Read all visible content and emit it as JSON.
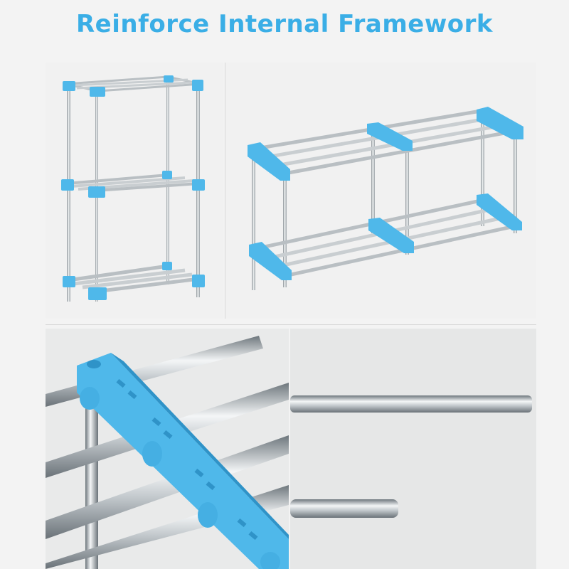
{
  "header": {
    "title": "Reinforce Internal Framework"
  },
  "colors": {
    "accent": "#3aaee6",
    "plastic": "#4fb8ea",
    "plastic_dark": "#2f93c8",
    "steel_light": "#f2f4f5",
    "steel_mid": "#b9bfc3",
    "steel_dark": "#7e868b",
    "background": "#f3f3f3"
  },
  "panels": [
    {
      "id": "tall-rack",
      "subject": "three-tier-shoe-rack-photo"
    },
    {
      "id": "wide-rack",
      "subject": "two-tier-double-width-shoe-rack-photo"
    },
    {
      "id": "connector-closeup",
      "subject": "blue-connector-and-steel-tubes-closeup"
    },
    {
      "id": "tube-closeup",
      "subject": "steel-tube-end-closeup"
    }
  ]
}
